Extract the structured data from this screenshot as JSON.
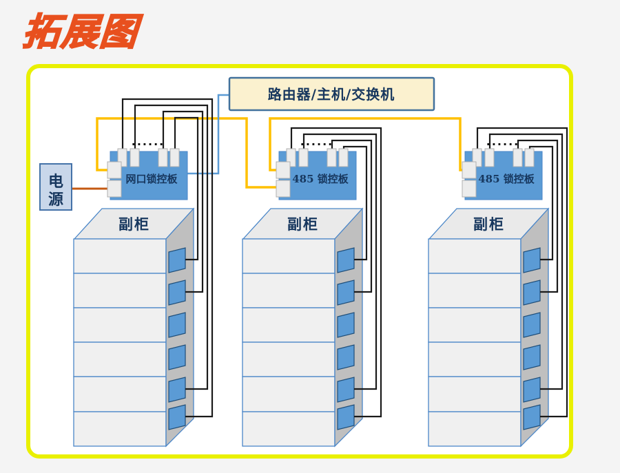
{
  "title": "拓展图",
  "router": {
    "label": "路由器/主机/交换机"
  },
  "power_box": {
    "line1": "电",
    "line2": "源"
  },
  "units": [
    {
      "board_label": "网口锁控板",
      "cabinet_label": "副柜",
      "dots": "......"
    },
    {
      "board_label": "485 锁控板",
      "cabinet_label": "副柜",
      "dots": "......"
    },
    {
      "board_label": "485 锁控板",
      "cabinet_label": "副柜",
      "dots": "......"
    }
  ],
  "colors": {
    "title_orange": "#E8501E",
    "panel_border_yellow_green": "#E9F000",
    "bus_wire_yellow": "#FFC000",
    "network_wire_blue": "#5B9BD5",
    "power_wire_orange": "#C45911",
    "signal_wire_black": "#1A1A1A",
    "board_fill_blue": "#5B9BD5",
    "router_fill_cream": "#FBF1CF",
    "power_fill_blue_gray": "#C9D7EA",
    "label_navy": "#17375E",
    "page_background": "#F4F4F4"
  }
}
